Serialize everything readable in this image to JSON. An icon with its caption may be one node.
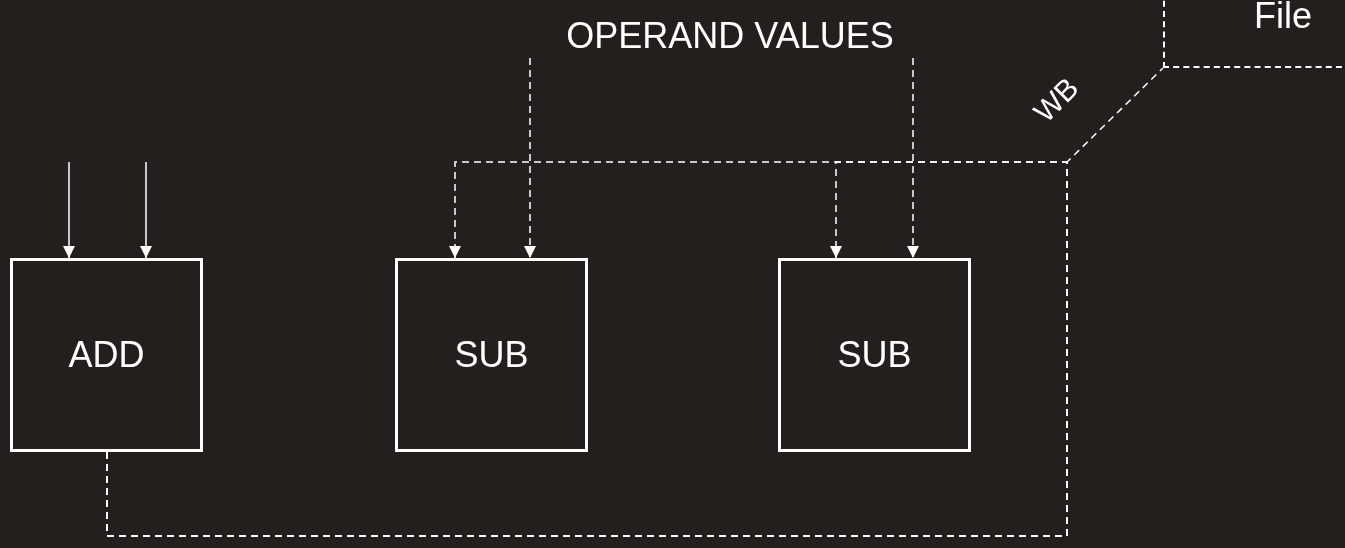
{
  "diagram": {
    "nodes": [
      {
        "text": [
          "File"
        ]
      },
      {
        "text": [
          "OPERAND VALUES"
        ]
      },
      {
        "text": [
          "ADD"
        ]
      },
      {
        "text": [
          "SUB"
        ]
      },
      {
        "text": [
          "SUB"
        ]
      }
    ],
    "edges": [
      {
        "from": null,
        "to": 2,
        "arrow": "to"
      },
      {
        "from": null,
        "to": 2,
        "arrow": "to"
      },
      {
        "from": 1,
        "to": 3,
        "arrow": "to",
        "style": "dashed"
      },
      {
        "from": 1,
        "to": 4,
        "arrow": "to",
        "style": "dashed"
      },
      {
        "from": 2,
        "to": 3,
        "arrow": "to",
        "style": "dashed"
      },
      {
        "from": 2,
        "to": 4,
        "arrow": "to",
        "style": "dashed"
      },
      {
        "from": 2,
        "to": 0,
        "arrow": "none",
        "label": "WB",
        "style": "dashed"
      }
    ]
  }
}
